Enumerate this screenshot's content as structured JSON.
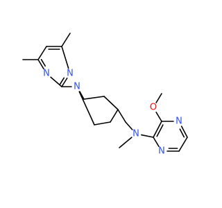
{
  "colors": {
    "bond": "#000000",
    "carbon": "#000000",
    "nitrogen": "#3050F8",
    "oxygen": "#FF0D0D",
    "background": "#FFFFFF"
  },
  "atoms": [
    {
      "id": "a1",
      "element": "C",
      "label": "",
      "name": "methyl-c4"
    },
    {
      "id": "a2",
      "element": "C",
      "label": "",
      "name": "pyrimidine-c4"
    },
    {
      "id": "a3",
      "element": "C",
      "label": "",
      "name": "pyrimidine-c5"
    },
    {
      "id": "a4",
      "element": "C",
      "label": "",
      "name": "pyrimidine-c6"
    },
    {
      "id": "a5",
      "element": "C",
      "label": "",
      "name": "methyl-c6"
    },
    {
      "id": "a6",
      "element": "N",
      "label": "N",
      "name": "pyrimidine-n1"
    },
    {
      "id": "a7",
      "element": "C",
      "label": "",
      "name": "pyrimidine-c2"
    },
    {
      "id": "a8",
      "element": "N",
      "label": "N",
      "name": "pyrimidine-n3"
    },
    {
      "id": "a9",
      "element": "N",
      "label": "N",
      "name": "piperidine-n"
    },
    {
      "id": "a10",
      "element": "C",
      "label": "",
      "name": "piperidine-c2"
    },
    {
      "id": "a11",
      "element": "C",
      "label": "",
      "name": "piperidine-c3"
    },
    {
      "id": "a12",
      "element": "C",
      "label": "",
      "name": "piperidine-c4"
    },
    {
      "id": "a13",
      "element": "C",
      "label": "",
      "name": "piperidine-c5"
    },
    {
      "id": "a14",
      "element": "C",
      "label": "",
      "name": "piperidine-c6"
    },
    {
      "id": "a15",
      "element": "C",
      "label": "",
      "name": "methylene-c"
    },
    {
      "id": "a16",
      "element": "N",
      "label": "N",
      "name": "amine-n"
    },
    {
      "id": "a17",
      "element": "C",
      "label": "",
      "name": "n-methyl-c"
    },
    {
      "id": "a18",
      "element": "C",
      "label": "",
      "name": "pyrazine-c2"
    },
    {
      "id": "a19",
      "element": "C",
      "label": "",
      "name": "pyrazine-c3"
    },
    {
      "id": "a20",
      "element": "O",
      "label": "O",
      "name": "methoxy-o"
    },
    {
      "id": "a21",
      "element": "C",
      "label": "",
      "name": "methoxy-c"
    },
    {
      "id": "a22",
      "element": "N",
      "label": "N",
      "name": "pyrazine-n4"
    },
    {
      "id": "a23",
      "element": "C",
      "label": "",
      "name": "pyrazine-c5"
    },
    {
      "id": "a24",
      "element": "C",
      "label": "",
      "name": "pyrazine-c6"
    },
    {
      "id": "a25",
      "element": "N",
      "label": "N",
      "name": "pyrazine-n1"
    }
  ],
  "bonds": [
    {
      "from": "a1",
      "to": "a2",
      "order": 1
    },
    {
      "from": "a2",
      "to": "a3",
      "order": 2
    },
    {
      "from": "a3",
      "to": "a4",
      "order": 1
    },
    {
      "from": "a4",
      "to": "a5",
      "order": 1
    },
    {
      "from": "a4",
      "to": "a6",
      "order": 2
    },
    {
      "from": "a6",
      "to": "a7",
      "order": 1
    },
    {
      "from": "a7",
      "to": "a8",
      "order": 2
    },
    {
      "from": "a8",
      "to": "a2",
      "order": 1
    },
    {
      "from": "a7",
      "to": "a9",
      "order": 1
    },
    {
      "from": "a9",
      "to": "a10",
      "order": 1
    },
    {
      "from": "a10",
      "to": "a11",
      "order": 1
    },
    {
      "from": "a11",
      "to": "a12",
      "order": 1
    },
    {
      "from": "a12",
      "to": "a13",
      "order": 1
    },
    {
      "from": "a13",
      "to": "a14",
      "order": 1
    },
    {
      "from": "a14",
      "to": "a9",
      "order": 1
    },
    {
      "from": "a12",
      "to": "a15",
      "order": 1
    },
    {
      "from": "a15",
      "to": "a16",
      "order": 1
    },
    {
      "from": "a16",
      "to": "a17",
      "order": 1
    },
    {
      "from": "a16",
      "to": "a18",
      "order": 1
    },
    {
      "from": "a18",
      "to": "a19",
      "order": 2
    },
    {
      "from": "a19",
      "to": "a20",
      "order": 1
    },
    {
      "from": "a20",
      "to": "a21",
      "order": 1
    },
    {
      "from": "a19",
      "to": "a22",
      "order": 1
    },
    {
      "from": "a22",
      "to": "a23",
      "order": 2
    },
    {
      "from": "a23",
      "to": "a24",
      "order": 1
    },
    {
      "from": "a24",
      "to": "a25",
      "order": 2
    },
    {
      "from": "a25",
      "to": "a18",
      "order": 1
    }
  ]
}
